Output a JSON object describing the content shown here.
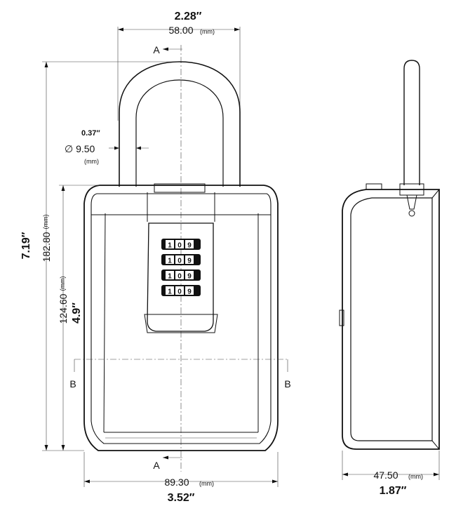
{
  "front_view": {
    "width_in": "2.28″",
    "width_mm": "58.00",
    "shackle_dia_in": "0.37″",
    "shackle_dia_mm": "∅ 9.50",
    "body_height_in": "4.9″",
    "body_height_mm": "124.60",
    "total_height_in": "7.19″",
    "total_height_mm": "182.80",
    "body_width_mm": "89.30",
    "body_width_in": "3.52″",
    "section_a": "A",
    "section_b": "B",
    "dial_digits": [
      "1",
      "0",
      "9"
    ],
    "dial_rows": 4
  },
  "side_view": {
    "depth_mm": "47.50",
    "depth_in": "1.87″"
  },
  "unit_label": "(mm)"
}
